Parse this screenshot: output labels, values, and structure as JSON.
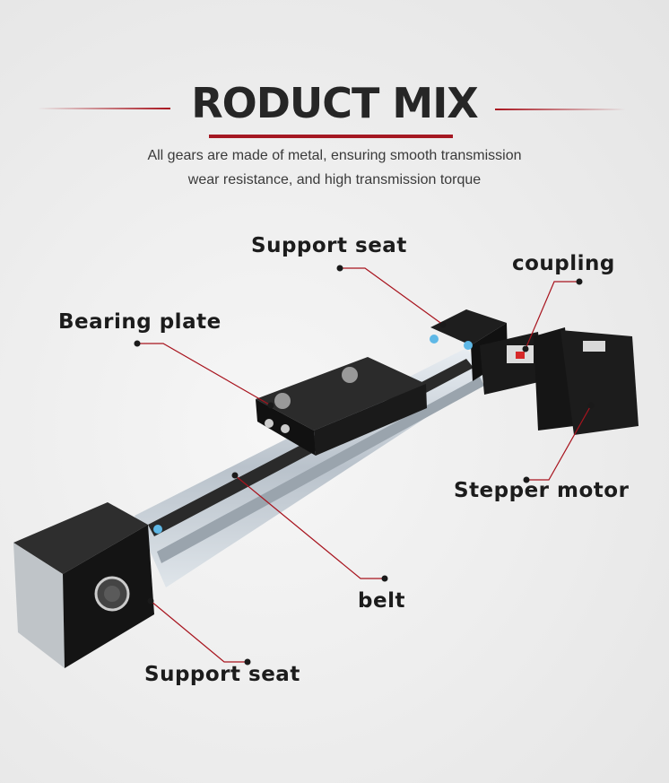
{
  "header": {
    "title": "RODUCT MIX",
    "subtitle_line1": "All gears are made of metal, ensuring smooth transmission",
    "subtitle_line2": "wear resistance, and high transmission torque"
  },
  "callouts": [
    {
      "id": "support-seat-top",
      "label": "Support seat"
    },
    {
      "id": "coupling",
      "label": "coupling"
    },
    {
      "id": "bearing-plate",
      "label": "Bearing plate"
    },
    {
      "id": "stepper-motor",
      "label": "Stepper motor"
    },
    {
      "id": "belt",
      "label": "belt"
    },
    {
      "id": "support-seat-bottom",
      "label": "Support seat"
    }
  ],
  "colors": {
    "accent": "#a8141e",
    "text": "#262626",
    "background": "#ececec"
  }
}
